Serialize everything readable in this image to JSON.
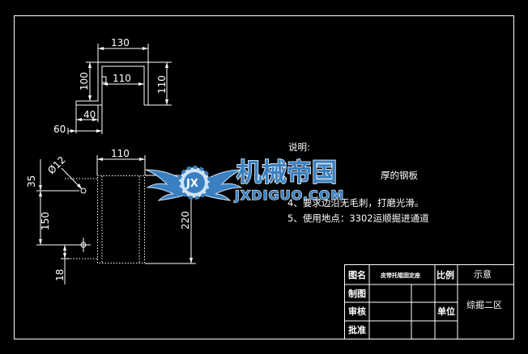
{
  "drawing": {
    "top_view": {
      "dim_width": "130",
      "dim_inner_width": "110",
      "dim_left_height": "100",
      "dim_right_height": "110",
      "dim_step": "40",
      "dim_base": "60"
    },
    "front_view": {
      "dim_width": "110",
      "dim_hole_diameter": "Ø12",
      "dim_hole_offset": "35",
      "dim_slot_height": "150",
      "dim_height": "220",
      "dim_bottom": "18"
    }
  },
  "notes": {
    "title": "说明:",
    "line_3_partial": "厚的钢板",
    "line_4": "4、要求边沿无毛刺，打磨光滑。",
    "line_5": "5、使用地点：3302运顺掘进通道"
  },
  "watermark": {
    "name": "机械帝国",
    "url": "JXDIGUO.COM",
    "badge": "JX"
  },
  "title_block": {
    "label_name": "图名",
    "drawing_name": "皮带托辊固定座",
    "label_scale": "比例",
    "scale_value": "示意",
    "label_drawn": "制图",
    "label_review": "审核",
    "label_approve": "批准",
    "label_unit": "单位",
    "unit_value": "综掘二区"
  },
  "colors": {
    "background": "#000000",
    "lines": "#ffffff",
    "watermark_blue": "#3a7fc0",
    "watermark_light": "#cfe3f5"
  }
}
